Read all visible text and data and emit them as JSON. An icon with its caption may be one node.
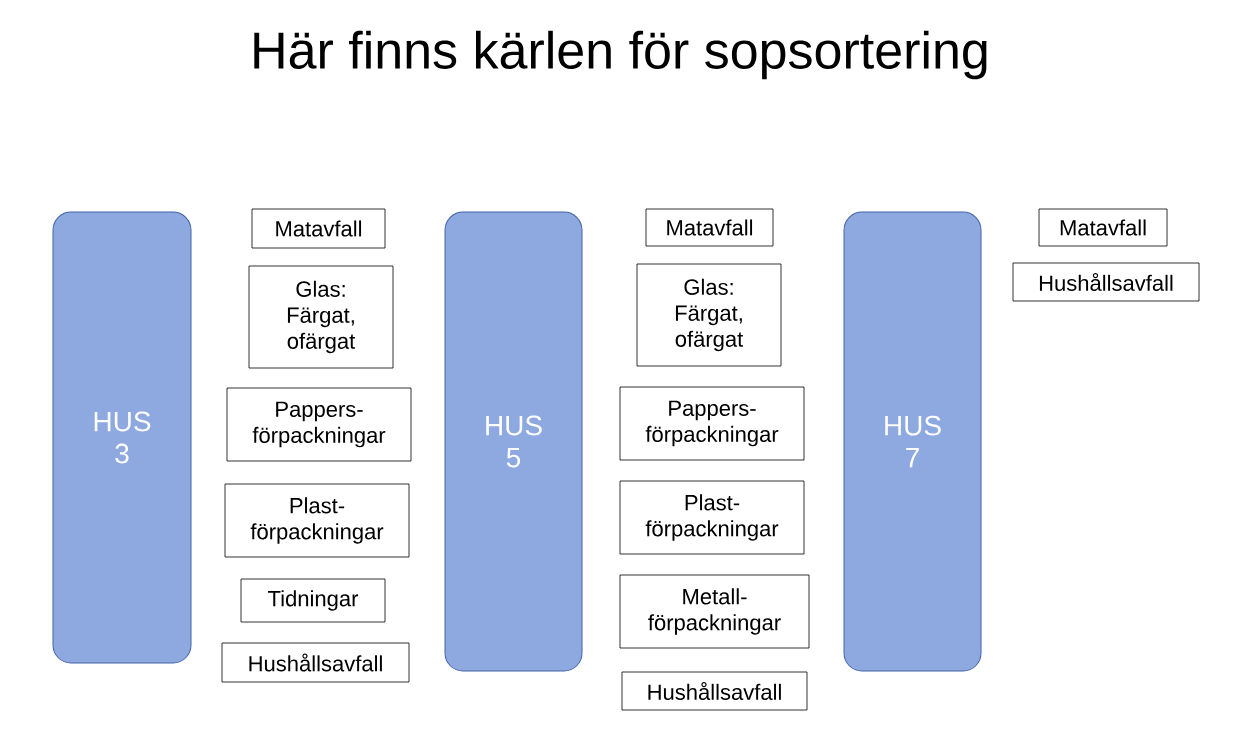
{
  "diagram": {
    "title": "Här finns kärlen för sopsortering",
    "nodes": [
      {
        "text": [
          "HUS 3"
        ]
      },
      {
        "text": [
          "Matavfall"
        ]
      },
      {
        "text": [
          "Glas: Färgat, ofärgat"
        ]
      },
      {
        "text": [
          "Pappers- förpackningar"
        ]
      },
      {
        "text": [
          "Plast- förpackningar"
        ]
      },
      {
        "text": [
          "Tidningar"
        ]
      },
      {
        "text": [
          "Hushållsavfall"
        ]
      },
      {
        "text": [
          "HUS 5"
        ]
      },
      {
        "text": [
          "Matavfall"
        ]
      },
      {
        "text": [
          "Glas: Färgat, ofärgat"
        ]
      },
      {
        "text": [
          "Pappers- förpackningar"
        ]
      },
      {
        "text": [
          "Plast- förpackningar"
        ]
      },
      {
        "text": [
          "Metall- förpackningar"
        ]
      },
      {
        "text": [
          "Hushållsavfall"
        ]
      },
      {
        "text": [
          "HUS 7"
        ]
      },
      {
        "text": [
          "Matavfall"
        ]
      },
      {
        "text": [
          "Hushållsavfall"
        ]
      }
    ]
  }
}
